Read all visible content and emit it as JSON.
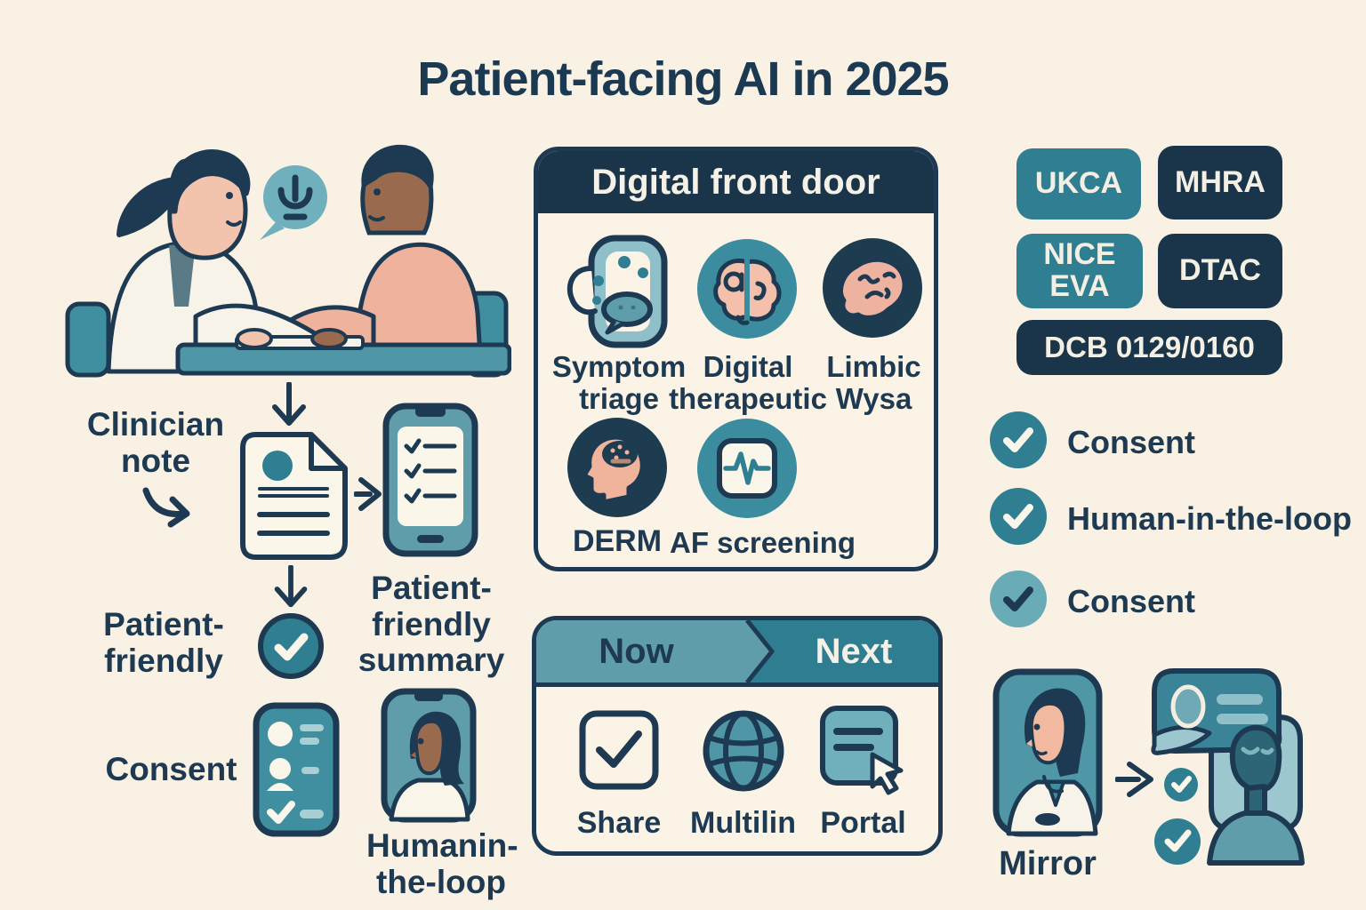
{
  "title": "Patient-facing AI in 2025",
  "left_flow": {
    "clinician_note": "Clinician note",
    "patient_friendly": "Patient-friendly",
    "patient_friendly_summary": "Patient-friendly summary",
    "consent": "Consent",
    "human_in_the_loop": "Humanin-the-loop"
  },
  "front_door": {
    "title": "Digital front door",
    "items": [
      {
        "label": "Symptom triage",
        "icon": "chat-symptom-icon"
      },
      {
        "label": "Digital therapeutic",
        "icon": "split-brain-icon"
      },
      {
        "label": "Limbic Wysa",
        "icon": "limbic-brain-icon"
      },
      {
        "label": "DERM",
        "icon": "derm-head-icon"
      },
      {
        "label": "AF screening",
        "icon": "ecg-icon"
      }
    ]
  },
  "roadmap": {
    "now": "Now",
    "next": "Next",
    "items": [
      {
        "label": "Share",
        "icon": "checkbox-check-icon"
      },
      {
        "label": "Multilin",
        "icon": "globe-icon"
      },
      {
        "label": "Portal",
        "icon": "portal-click-icon"
      }
    ]
  },
  "badges": [
    {
      "label": "UKCA",
      "variant": "teal"
    },
    {
      "label": "MHRA",
      "variant": "navy"
    },
    {
      "label": "NICE EVA",
      "variant": "teal"
    },
    {
      "label": "DTAC",
      "variant": "navy"
    },
    {
      "label": "DCB 0129/0160",
      "variant": "navy"
    }
  ],
  "checklist": [
    {
      "label": "Consent",
      "variant": "solid"
    },
    {
      "label": "Human-in-the-loop",
      "variant": "solid"
    },
    {
      "label": "Consent",
      "variant": "light"
    }
  ],
  "mirror": {
    "label": "Mirror"
  },
  "colors": {
    "background": "#f9f1e3",
    "navy": "#1d3a52",
    "teal": "#2f7e91",
    "teal_light": "#5f9dab",
    "peach": "#f0b29c"
  }
}
